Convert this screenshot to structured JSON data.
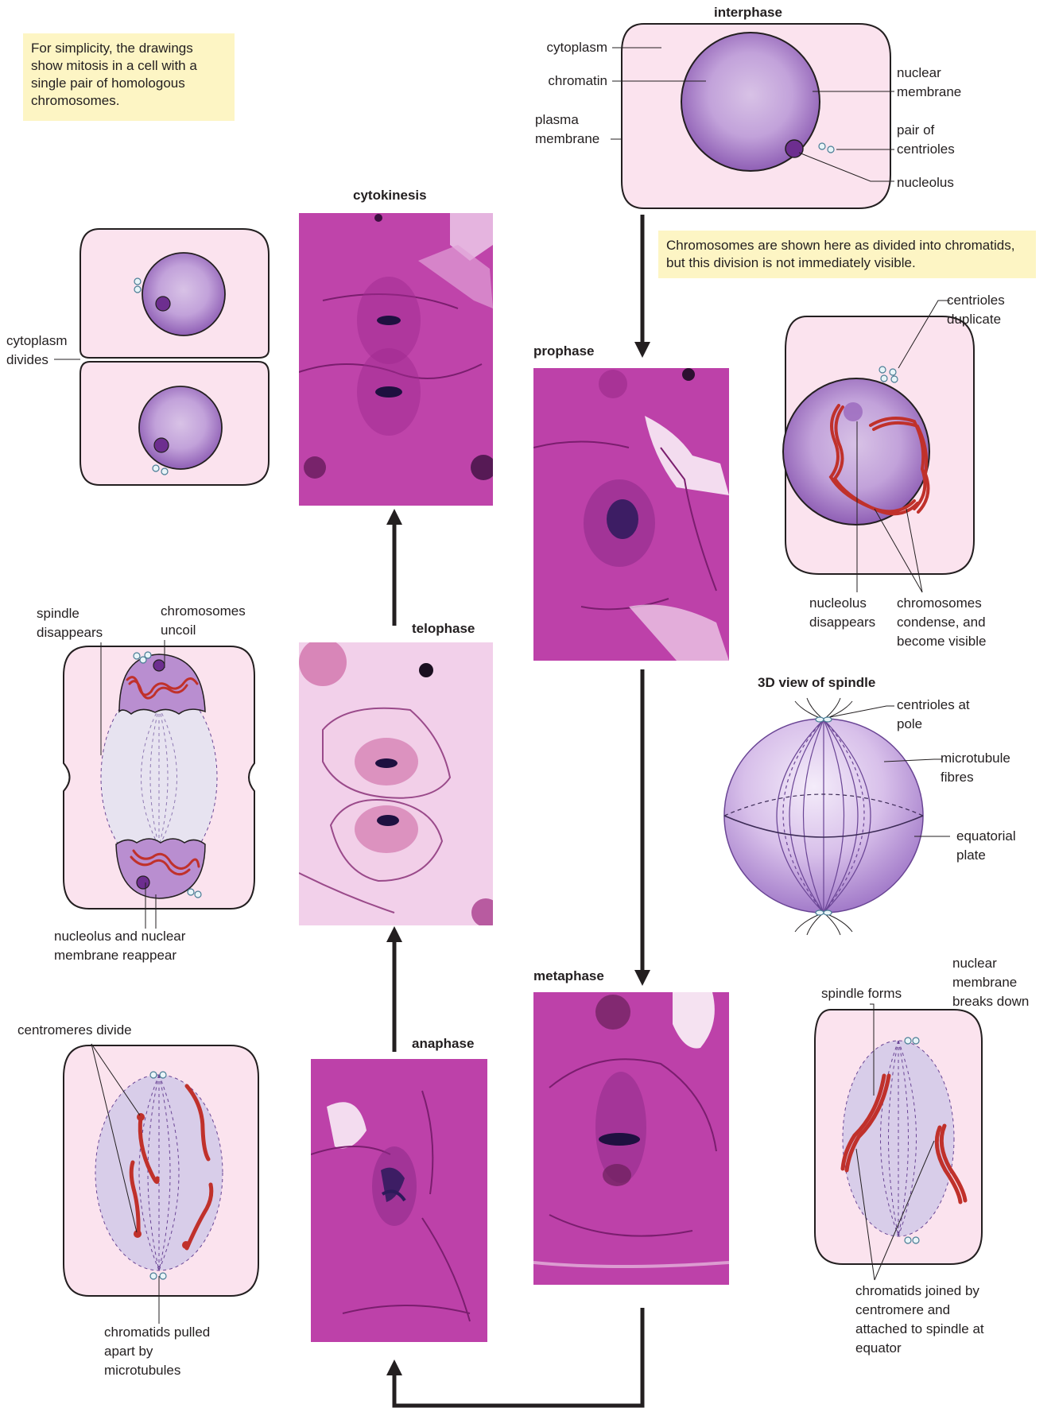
{
  "notes": {
    "simplicity": "For simplicity, the drawings show mitosis in a cell with a single pair of homologous chromosomes.",
    "chromatids": "Chromosomes are shown here as divided into chromatids, but this division is not immediately visible."
  },
  "stages": {
    "interphase": "interphase",
    "prophase": "prophase",
    "metaphase": "metaphase",
    "anaphase": "anaphase",
    "telophase": "telophase",
    "cytokinesis": "cytokinesis",
    "spindle_3d": "3D view of spindle"
  },
  "labels": {
    "interphase": {
      "cytoplasm": "cytoplasm",
      "chromatin": "chromatin",
      "plasma_membrane": "plasma membrane",
      "nuclear_membrane": "nuclear membrane",
      "pair_of_centrioles": "pair of centrioles",
      "nucleolus": "nucleolus"
    },
    "prophase": {
      "centrioles_duplicate": "centrioles duplicate",
      "nucleolus_disappears": "nucleolus disappears",
      "chromosomes_condense": "chromosomes condense, and become visible"
    },
    "spindle": {
      "centrioles_at_pole": "centrioles at pole",
      "microtubule_fibres": "microtubule fibres",
      "equatorial_plate": "equatorial plate"
    },
    "metaphase": {
      "nuclear_membrane_breaks_down": "nuclear membrane breaks down",
      "spindle_forms": "spindle forms",
      "chromatids_joined": "chromatids joined by centromere and attached to spindle at equator"
    },
    "anaphase": {
      "centromeres_divide": "centromeres divide",
      "chromatids_pulled_apart": "chromatids pulled apart by microtubules"
    },
    "telophase": {
      "spindle_disappears": "spindle disappears",
      "chromosomes_uncoil": "chromosomes uncoil",
      "nucleolus_reappear": "nucleolus and nuclear membrane reappear"
    },
    "cytokinesis": {
      "cytoplasm_divides": "cytoplasm divides"
    }
  },
  "colors": {
    "cell_fill": "#fbe3ee",
    "nucleus_fill": "#b98ed0",
    "chromosome": "#c0312b",
    "note_bg": "#fdf5c4",
    "photo_base": "#b2339f"
  }
}
